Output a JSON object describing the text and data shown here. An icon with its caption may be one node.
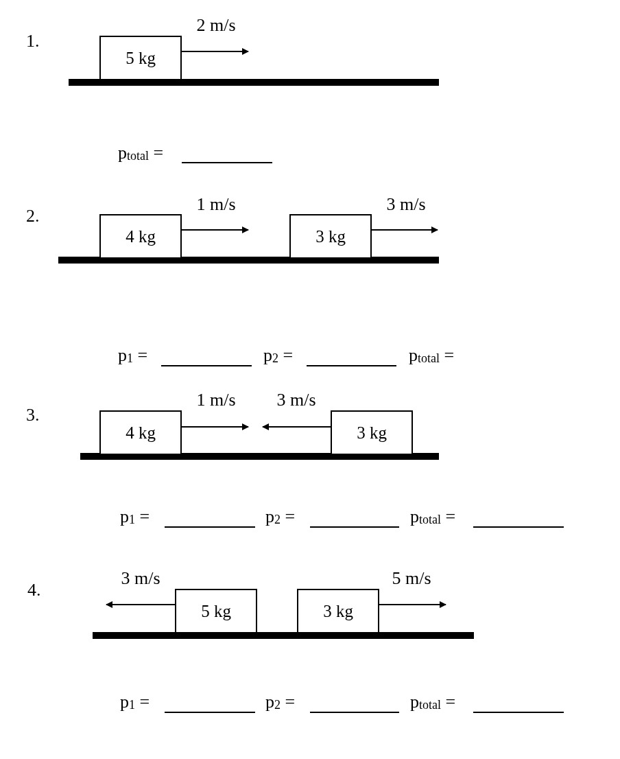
{
  "diagram": {
    "nodes": [
      {
        "text": [
          "5 kg"
        ]
      },
      {
        "text": [
          "4 kg"
        ]
      },
      {
        "text": [
          "3 kg"
        ]
      },
      {
        "text": [
          "4 kg"
        ]
      },
      {
        "text": [
          "3 kg"
        ]
      },
      {
        "text": [
          "5 kg"
        ]
      },
      {
        "text": [
          "3 kg"
        ]
      }
    ],
    "edges": [],
    "labels": [
      "1.",
      "2 m/s",
      "p$_{total}$ =",
      "2.",
      "1 m/s",
      "3 m/s",
      "p$_{1}$ =",
      "p$_{2}$ =",
      "p$_{total}$ =",
      "3.",
      "1 m/s",
      "3 m/s",
      "p$_{1}$ =",
      "p$_{2}$ =",
      "p$_{total}$ =",
      "4.",
      "3 m/s",
      "5 m/s",
      "p$_{1}$ =",
      "p$_{2}$ =",
      "p$_{total}$ ="
    ]
  }
}
